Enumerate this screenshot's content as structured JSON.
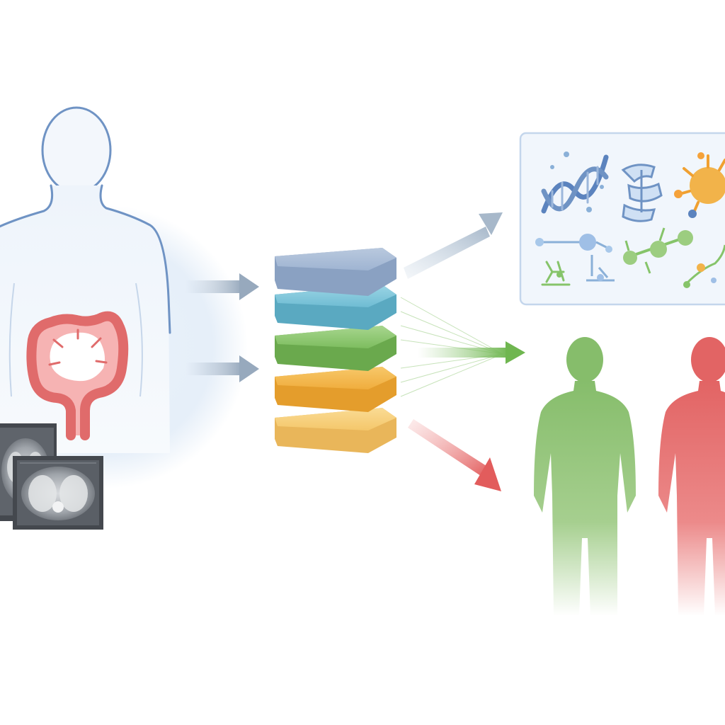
{
  "diagram": {
    "stages": [
      "patient-input",
      "layered-model",
      "outputs"
    ],
    "colors": {
      "outline_blue": "#6f93c4",
      "halo_blue": "#dce9f6",
      "colon_red": "#e06b6b",
      "layer_slate": "#9fb4d2",
      "layer_cyan": "#76c0d6",
      "layer_green": "#86c46a",
      "layer_orange": "#f2b34a",
      "layer_yellow": "#f6cf7e",
      "arrow_gray": "#9fb0c2",
      "arrow_green": "#7cbf5c",
      "arrow_red": "#e36b6b",
      "panel_border": "#c4d6ec",
      "panel_fill": "#f1f6fc",
      "figure_green": "#8bc072",
      "figure_red": "#e36767",
      "scan_dark": "#44484e"
    },
    "icons": [
      "human-silhouette-icon",
      "colon-icon",
      "ct-scan-icon",
      "layer-stack-icon",
      "dna-icon",
      "chromosome-icon",
      "virus-icon",
      "molecule-icon",
      "person-green-icon",
      "person-red-icon"
    ]
  }
}
